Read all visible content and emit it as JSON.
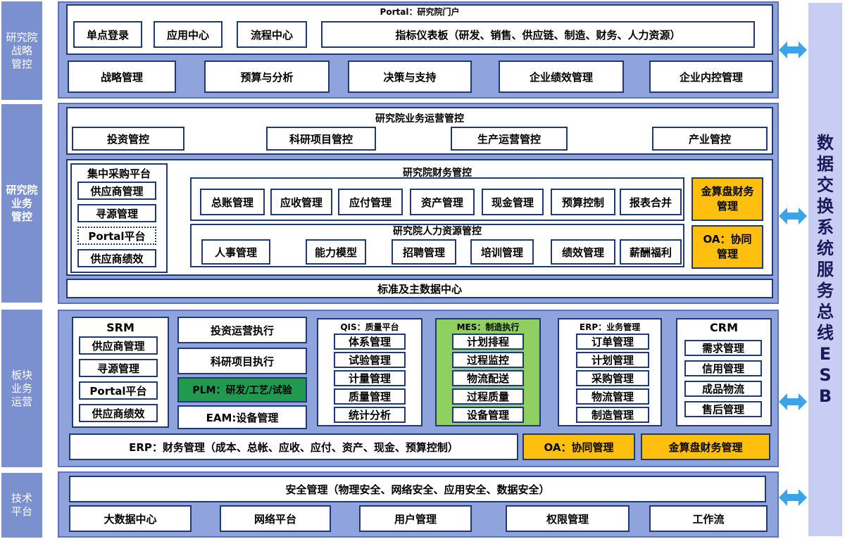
{
  "colors": {
    "band": "#8fa4dc",
    "side": "#7b90cf",
    "border": "#1f3a73",
    "orange": "#ffbf0f",
    "green_box": "#1f9a4f",
    "green_panel": "#8fd060",
    "esb_bg": "#c7cdf3",
    "arrow": "#3ba4e8"
  },
  "side_labels": {
    "strategy": "研究院\n战略\n管控",
    "business": "研究院\n业务\n管控",
    "ops": "板块\n业务\n运营",
    "tech": "技术\n平台"
  },
  "esb": {
    "label": "数据交换系统服务总线ESB"
  },
  "strategy": {
    "portal_title": "Portal：研究院门户",
    "portal_items": [
      "单点登录",
      "应用中心",
      "流程中心",
      "指标仪表板（研发、销售、供应链、制造、财务、人力资源）"
    ],
    "mgmt_items": [
      "战略管理",
      "预算与分析",
      "决策与支持",
      "企业绩效管理",
      "企业内控管理"
    ]
  },
  "business": {
    "ops_title": "研究院业务运营管控",
    "ops_items": [
      "投资管控",
      "科研项目管控",
      "生产运营管控",
      "产业管控"
    ],
    "purchase_title": "集中采购平台",
    "purchase_items": [
      "供应商管理",
      "寻源管理",
      "Portal平台",
      "供应商绩效"
    ],
    "finance_title": "研究院财务管控",
    "finance_items": [
      "总账管理",
      "应收管理",
      "应付管理",
      "资产管理",
      "现金管理",
      "预算控制",
      "报表合并"
    ],
    "hr_title": "研究院人力资源管控",
    "hr_items": [
      "人事管理",
      "能力模型",
      "招聘管理",
      "培训管理",
      "绩效管理",
      "薪酬福利"
    ],
    "jinsuanpan": "金算盘财务管理",
    "oa": "OA：协同管理",
    "master_data": "标准及主数据中心"
  },
  "ops": {
    "srm_title": "SRM",
    "srm_items": [
      "供应商管理",
      "寻源管理",
      "Portal平台",
      "供应商绩效"
    ],
    "mid_items": [
      "投资运营执行",
      "科研项目执行",
      "PLM：研发/工艺/试验",
      "EAM:设备管理"
    ],
    "qis_title": "QIS：质量平台",
    "qis_items": [
      "体系管理",
      "试验管理",
      "计量管理",
      "质量管理",
      "统计分析"
    ],
    "mes_title": "MES：制造执行",
    "mes_items": [
      "计划排程",
      "过程监控",
      "物流配送",
      "过程质量",
      "设备管理"
    ],
    "erp_title": "ERP：业务管理",
    "erp_items": [
      "订单管理",
      "计划管理",
      "采购管理",
      "物流管理",
      "制造管理"
    ],
    "crm_title": "CRM",
    "crm_items": [
      "需求管理",
      "信用管理",
      "成品物流",
      "售后管理"
    ],
    "erp_finance": "ERP：财务管理（成本、总帐、应收、应付、资产、现金、预算控制）",
    "oa": "OA：协同管理",
    "jinsuanpan": "金算盘财务管理"
  },
  "tech": {
    "security": "安全管理（物理安全、网络安全、应用安全、数据安全）",
    "items": [
      "大数据中心",
      "网络平台",
      "用户管理",
      "权限管理",
      "工作流"
    ]
  }
}
